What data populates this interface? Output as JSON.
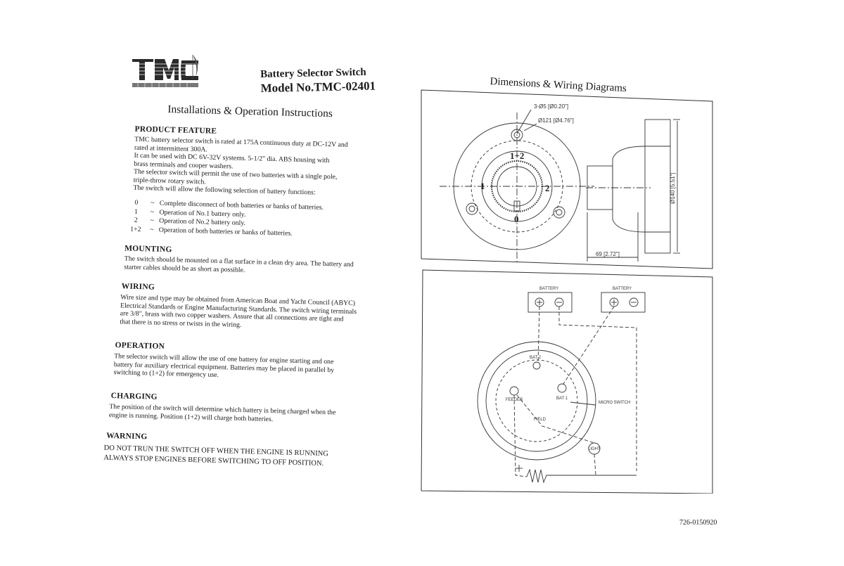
{
  "header": {
    "title_line1": "Battery Selector Switch",
    "title_line2": "Model No.TMC-02401"
  },
  "instructions": {
    "title": "Installations & Operation Instructions",
    "product_feature": {
      "heading": "PRODUCT FEATURE",
      "lines": [
        "TMC battery selector switch is rated at 175A continuous duty at DC-12V and",
        "rated at intermittent 300A.",
        "It can be used with DC 6V-32V systems. 5-1/2\" dia. ABS housing with",
        "brass terminals and cooper washers.",
        "The selector switch will permit the use of two batteries with a single pole,",
        "triple-throw rotary switch.",
        "The switch will allow the following selection of battery functions:"
      ],
      "functions": [
        {
          "key": "0",
          "dash": "~",
          "text": "Complete disconnect of both batteries or banks of batteries."
        },
        {
          "key": "1",
          "dash": "~",
          "text": "Operation of No.1 battery only."
        },
        {
          "key": "2",
          "dash": "~",
          "text": "Operation of No.2 battery only."
        },
        {
          "key": "1+2",
          "dash": "~",
          "text": "Operation of both batteries or banks of batteries."
        }
      ]
    },
    "mounting": {
      "heading": "MOUNTING",
      "lines": [
        "The switch should be mounted on a flat surface in a clean dry area. The battery and",
        "starter cables should be as short as possible."
      ]
    },
    "wiring": {
      "heading": "WIRING",
      "lines": [
        "Wire size and type may be obtained from American Boat and Yacht Council (ABYC)",
        "Electrical Standards or Engine Manufacturing Standards. The switch wiring terminals",
        "are 3/8\", brass with two copper washers. Assure that all connections are tight and",
        "that there is no stress or twists in the wiring."
      ]
    },
    "operation": {
      "heading": "OPERATION",
      "lines": [
        "The selector switch will allow the use of one battery for engine starting and one",
        "battery for auxiliary electrical equipment. Batteries may be placed in parallel by",
        "switching to (1+2) for emergency use."
      ]
    },
    "charging": {
      "heading": "CHARGING",
      "lines": [
        "The position of the switch will determine which battery is being charged when the",
        "engine is running. Position (1+2) will charge both batteries."
      ]
    },
    "warning": {
      "heading": "WARNING",
      "lines": [
        "DO NOT TRUN THE SWITCH OFF WHEN THE ENGINE IS RUNNING",
        "ALWAYS STOP ENGINES BEFORE SWITCHING TO OFF POSITION."
      ]
    }
  },
  "diagrams": {
    "title": "Dimensions & Wiring Diagrams",
    "dimensions": {
      "hole_label": "3-Ø5 [Ø0.20\"]",
      "pcd_label": "Ø121 [Ø4.76\"]",
      "diameter_label": "Ø140 [5.51\"]",
      "depth_label": "69 [2.72\"]",
      "pos_1_2": "1+2",
      "pos_1": "1",
      "pos_2": "2",
      "pos_0": "0"
    },
    "wiring": {
      "battery_left": "BATTERY",
      "battery_right": "BATTERY",
      "bat2": "BAT 2",
      "bat1": "BAT 1",
      "feeder": "FEEDER",
      "field": "FIELD",
      "micro_switch": "MICRO SWITCH",
      "light": "LIGHT"
    },
    "doc_code": "726-0150920"
  }
}
